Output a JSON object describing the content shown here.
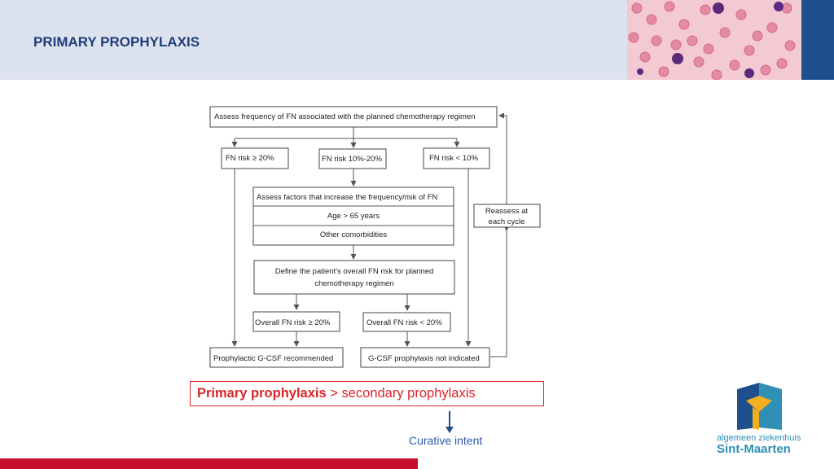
{
  "header": {
    "title": "PRIMARY PROPHYLAXIS",
    "accent_color": "#1f4e8c"
  },
  "flowchart": {
    "assess": "Assess frequency of FN associated with the planned chemotherapy regimen",
    "risk_high": "FN risk ≥ 20%",
    "risk_mid": "FN risk 10%-20%",
    "risk_low": "FN risk < 10%",
    "factors_title": "Assess factors that increase the frequency/risk of FN",
    "factor_age": "Age > 65 years",
    "factor_comorb": "Other comorbidities",
    "define_line1": "Define the patient's overall FN risk for planned",
    "define_line2": "chemotherapy regimen",
    "overall_high": "Overall FN risk ≥ 20%",
    "overall_low": "Overall FN risk < 20%",
    "recommended": "Prophylactic G-CSF recommended",
    "not_indicated": "G-CSF prophylaxis not indicated",
    "reassess_line1": "Reassess at",
    "reassess_line2": "each cycle"
  },
  "callout": {
    "strong": "Primary prophylaxis",
    "rest": " > secondary prophylaxis",
    "color": "#d9262c"
  },
  "curative": "Curative intent",
  "logo": {
    "line1": "algemeen ziekenhuis",
    "line2": "Sint-Maarten",
    "color": "#2f8fb5"
  }
}
